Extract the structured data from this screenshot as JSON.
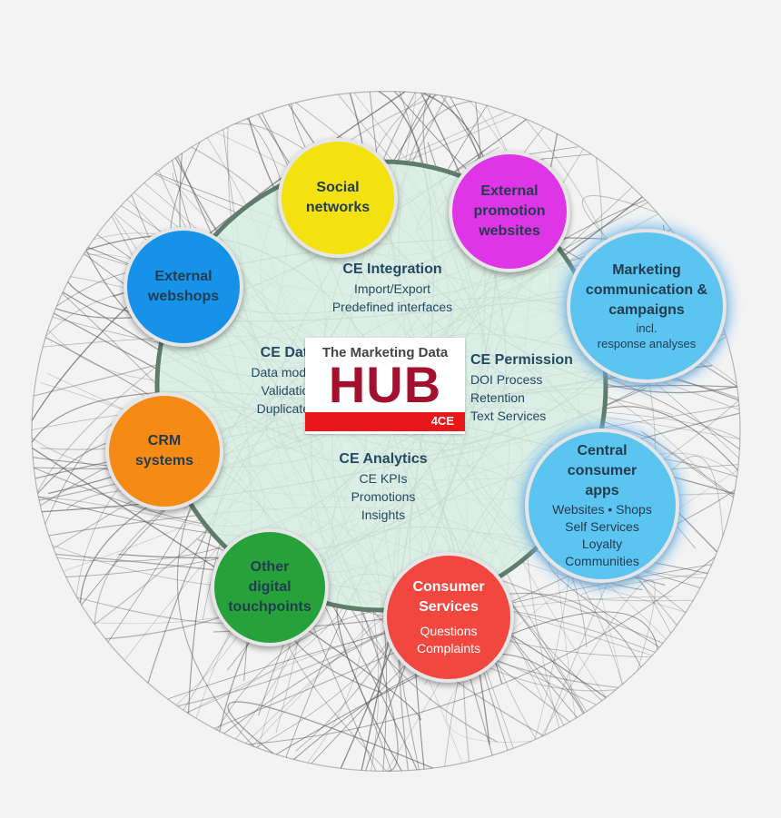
{
  "colors": {
    "ring": "#5f7d6b",
    "center_fill": "#d7ede3",
    "text_dark": "#244a63",
    "hub_red": "#a3112f",
    "hub_bar": "#e8171a"
  },
  "hub": {
    "subtitle": "The Marketing Data",
    "word": "HUB",
    "tag": "4CE"
  },
  "center": {
    "integration": {
      "head": "CE Integration",
      "lines": [
        "Import/Export",
        "Predefined interfaces"
      ]
    },
    "data": {
      "head": "CE Data",
      "lines": [
        "Data model",
        "Validation",
        "Duplicates"
      ]
    },
    "permission": {
      "head": "CE Permission",
      "lines": [
        "DOI Process",
        "Retention",
        "Text Services"
      ]
    },
    "analytics": {
      "head": "CE Analytics",
      "lines": [
        "CE KPIs",
        "Promotions",
        "Insights"
      ]
    }
  },
  "nodes": {
    "social": {
      "title_lines": [
        "Social",
        "networks"
      ],
      "color": "#f3e20f"
    },
    "promotion": {
      "title_lines": [
        "External",
        "promotion",
        "websites"
      ],
      "color": "#de35e6"
    },
    "marketing": {
      "title_lines": [
        "Marketing",
        "communication &",
        "campaigns"
      ],
      "sub_lines": [
        "incl.",
        "response analyses"
      ],
      "color": "#5cc4f0"
    },
    "consumer_apps": {
      "title_lines": [
        "Central",
        "consumer",
        "apps"
      ],
      "sub_lines": [
        "Websites • Shops",
        "Self Services",
        "Loyalty",
        "Communities"
      ],
      "color": "#5cc4f0"
    },
    "services": {
      "title_lines": [
        "Consumer",
        "Services"
      ],
      "sub_lines": [
        "Questions",
        "Complaints"
      ],
      "color": "#f2473f"
    },
    "touchpoints": {
      "title_lines": [
        "Other",
        "digital",
        "touchpoints"
      ],
      "color": "#27a23a"
    },
    "crm": {
      "title_lines": [
        "CRM",
        "systems"
      ],
      "color": "#f58a15"
    },
    "webshops": {
      "title_lines": [
        "External",
        "webshops"
      ],
      "color": "#1693e8"
    }
  }
}
